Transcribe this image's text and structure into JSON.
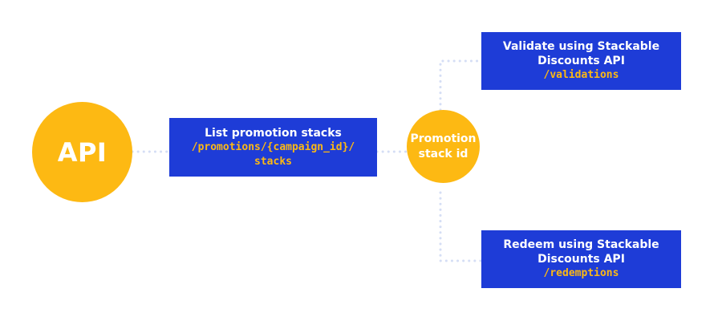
{
  "api_node": {
    "label": "API"
  },
  "list_stacks": {
    "title": "List promotion stacks",
    "path_line1": "/promotions/{campaign_id}/",
    "path_line2": "stacks"
  },
  "promotion_node": {
    "line1": "Promotion",
    "line2": "stack id"
  },
  "validate": {
    "title_line1": "Validate using Stackable",
    "title_line2": "Discounts API",
    "path": "/validations"
  },
  "redeem": {
    "title_line1": "Redeem using Stackable",
    "title_line2": "Discounts API",
    "path": "/redemptions"
  },
  "colors": {
    "node_fill": "#FDB913",
    "box_fill": "#1E3CD7",
    "path_text": "#FDB913",
    "connector": "#D5DEF5"
  }
}
